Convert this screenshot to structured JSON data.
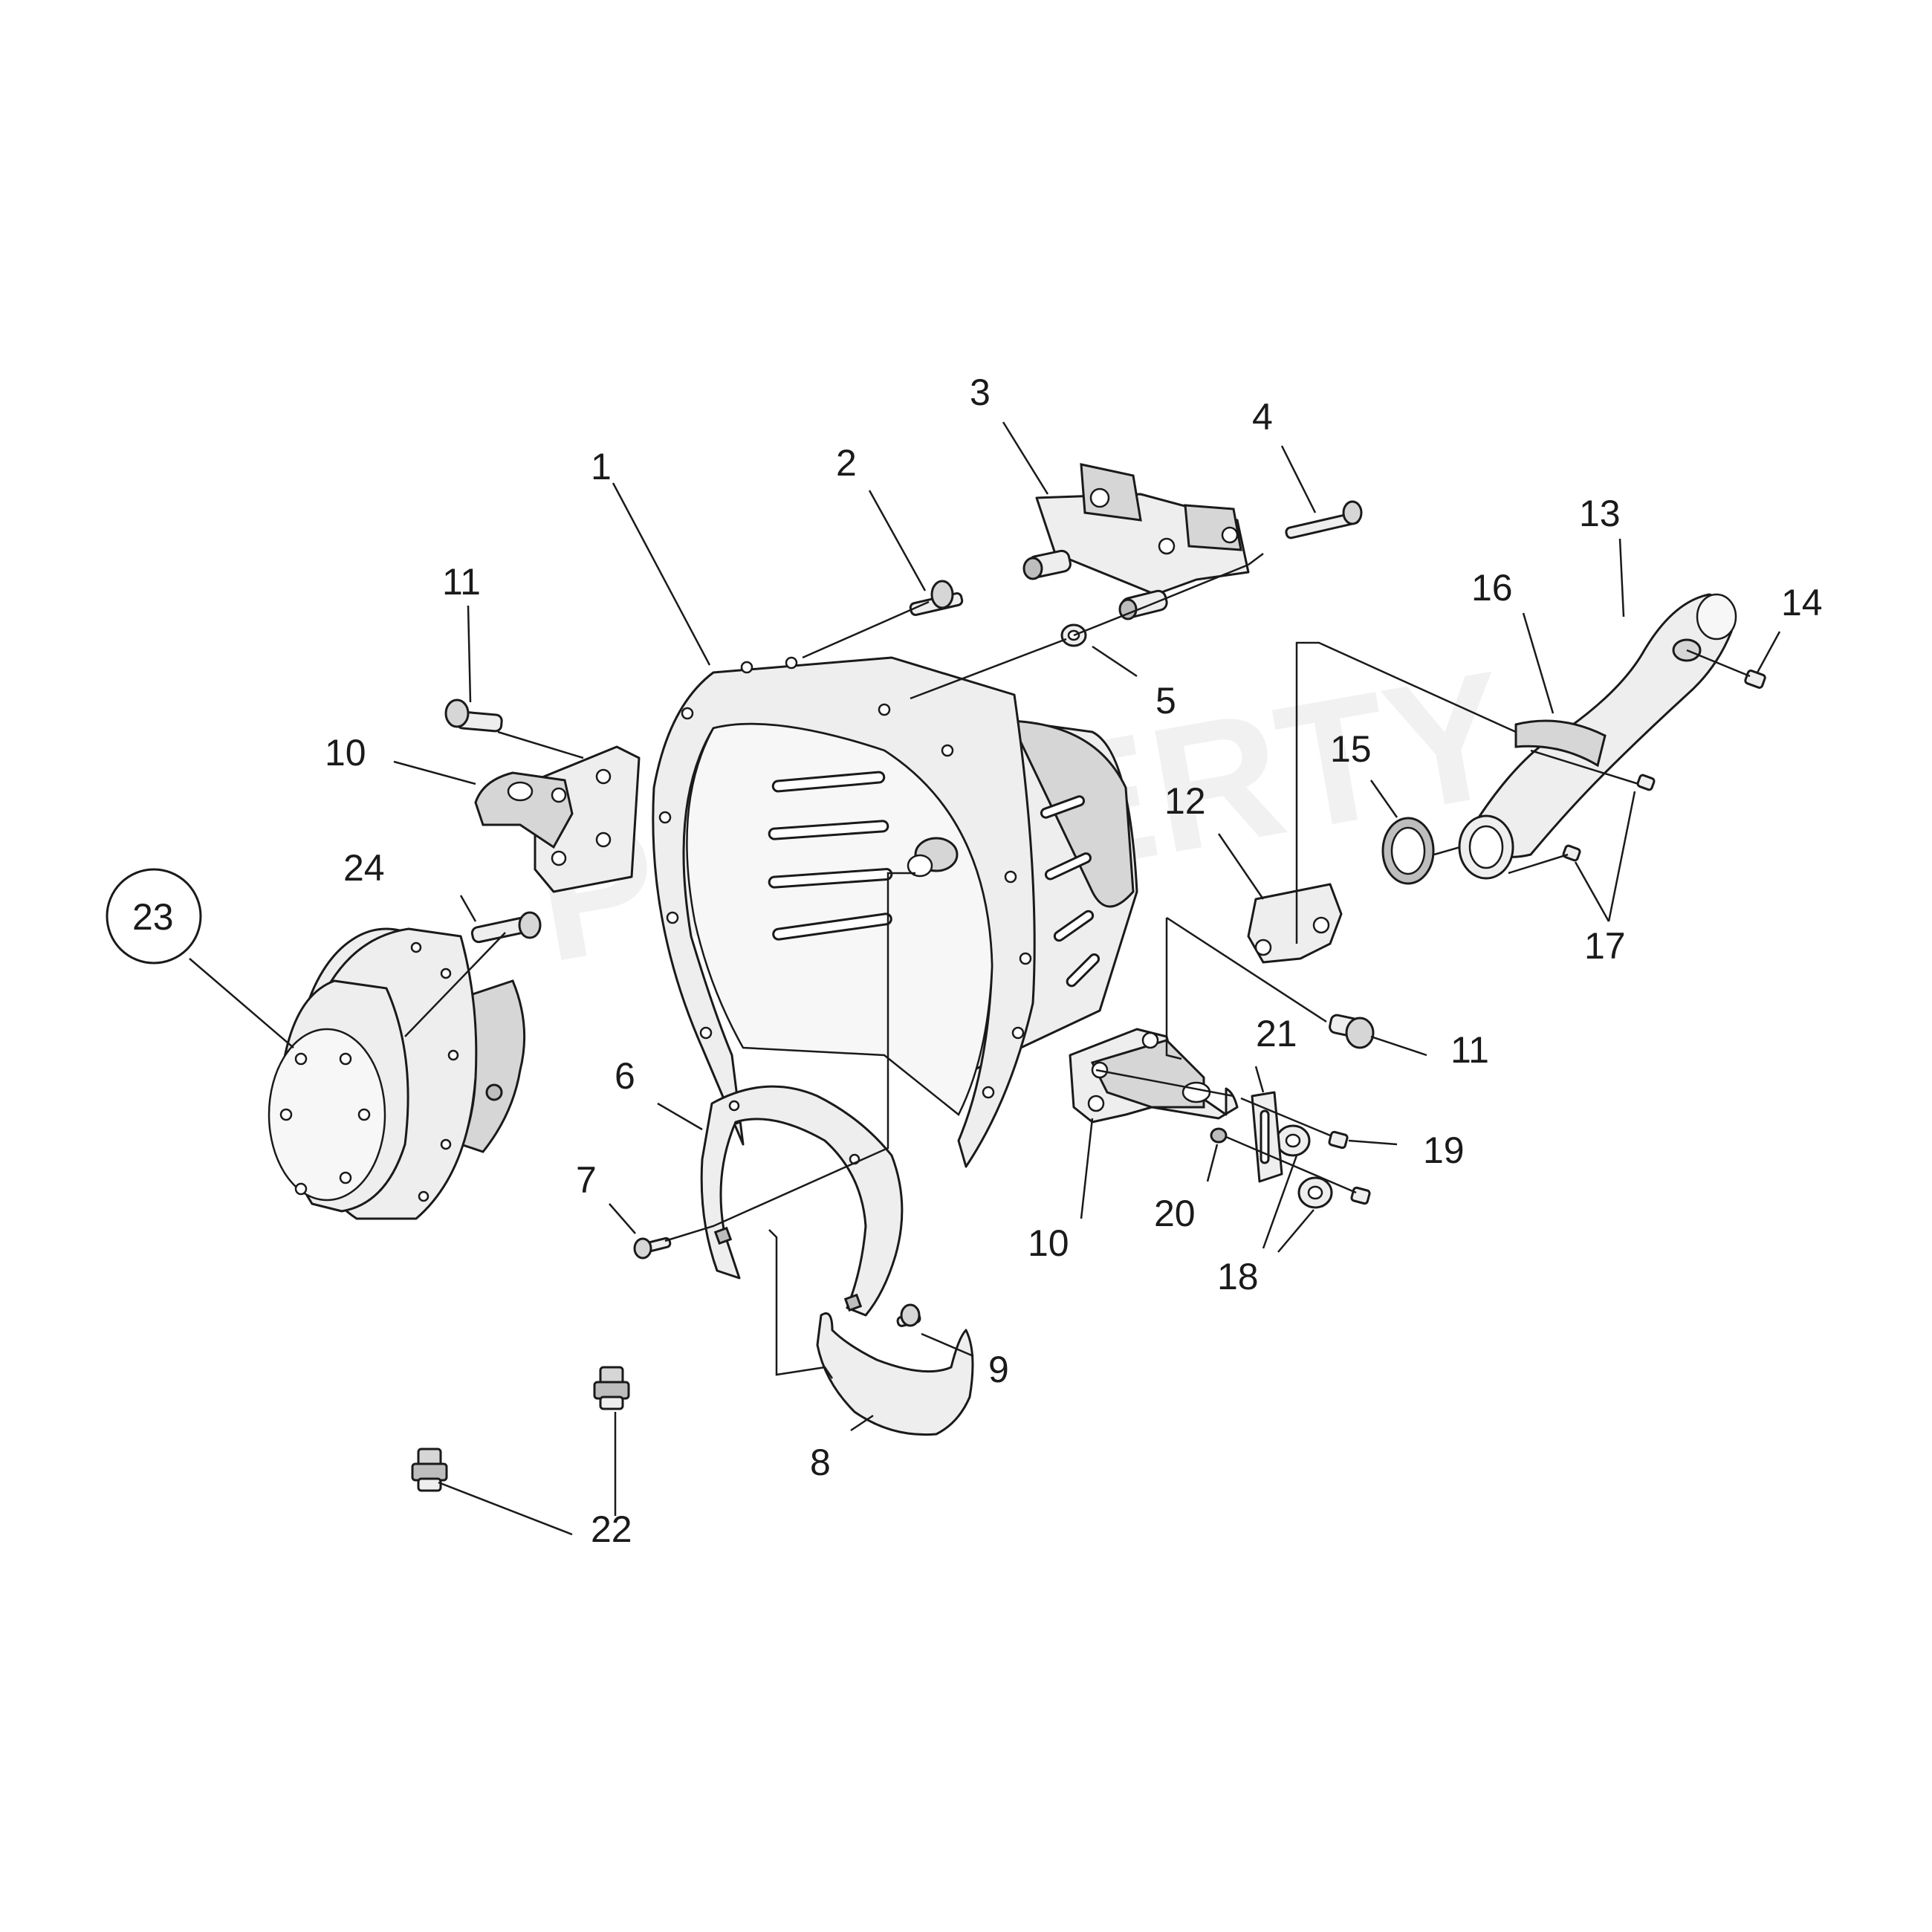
{
  "diagram": {
    "callouts": [
      "1",
      "2",
      "3",
      "4",
      "5",
      "6",
      "7",
      "8",
      "9",
      "10",
      "10",
      "11",
      "11",
      "12",
      "13",
      "14",
      "15",
      "16",
      "17",
      "18",
      "19",
      "20",
      "21",
      "22",
      "23",
      "24"
    ],
    "watermark": "PROPERTY"
  }
}
